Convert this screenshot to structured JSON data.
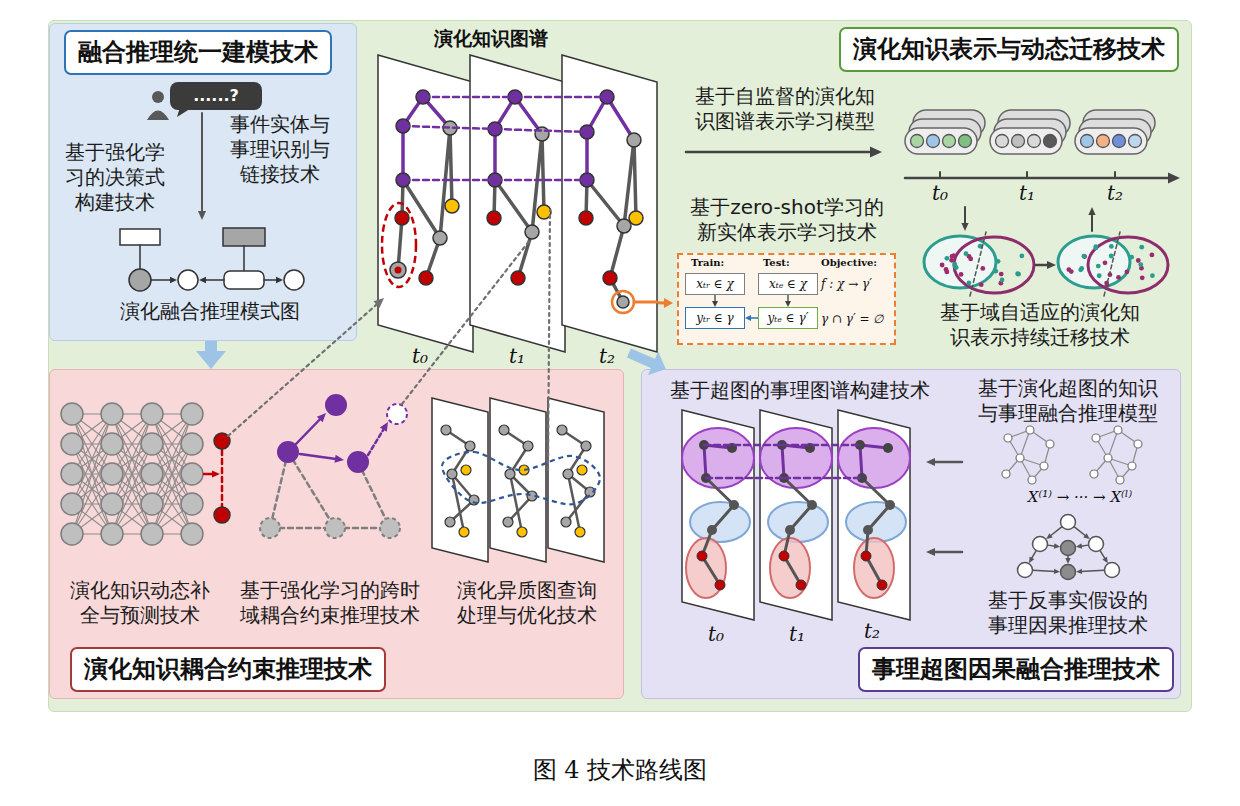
{
  "diagram": {
    "caption": "图 4 技术路线图",
    "nodes": [
      {
        "text": [
          "演化知识表示与动态迁移技术"
        ]
      },
      {
        "text": [
          "融合推理统一建模技术"
        ],
        "in": 0
      },
      {
        "text": [
          "......?"
        ],
        "in": 1
      },
      {
        "text": [
          "演化知识图谱"
        ],
        "in": 0
      },
      {
        "text": [
          "基于zero-shot学习的新实体表示学习技术",
          "Train:",
          "Test:",
          "Objective:",
          "f : χ → γ′",
          "γ ∩ γ′ = ∅"
        ],
        "in": 0
      },
      {
        "text": [
          "xₜᵣ ∈ χ"
        ],
        "in": 4
      },
      {
        "text": [
          "xₜₑ ∈ χ"
        ],
        "in": 4
      },
      {
        "text": [
          "yₜᵣ ∈ γ"
        ],
        "in": 4
      },
      {
        "text": [
          "yₜₑ ∈ γ′"
        ],
        "in": 4
      },
      {
        "text": [
          "演化知识耦合约束推理技术"
        ],
        "in": 0
      },
      {
        "text": [
          "事理超图因果融合推理技术"
        ],
        "in": 0
      }
    ],
    "edges": [
      {
        "from": 1,
        "to": 9,
        "arrow": "to"
      },
      {
        "from": 3,
        "to": 10,
        "arrow": "to"
      },
      {
        "from": 5,
        "to": 7,
        "arrow": "to"
      },
      {
        "from": 6,
        "to": 8,
        "arrow": "to"
      },
      {
        "from": 8,
        "to": 7,
        "arrow": "to"
      },
      {
        "from": 3,
        "to": 4,
        "arrow": "to"
      }
    ],
    "labels": [
      "基于强化学习的决策式构建技术",
      "事件实体与事理识别与链接技术",
      "演化融合推理模式图",
      "t₀",
      "t₁",
      "t₂",
      "基于自监督的演化知识图谱表示学习模型",
      "t₀",
      "t₁",
      "t₂",
      "基于域自适应的演化知识表示持续迁移技术",
      "演化知识动态补全与预测技术",
      "基于强化学习的跨时域耦合约束推理技术",
      "演化异质图查询处理与优化技术",
      "基于超图的事理图谱构建技术",
      "基于演化超图的知识与事理融合推理模型",
      "X⁽¹⁾ → ··· → X⁽ˡ⁾",
      "基于反事实假设的事理因果推理技术",
      "t₀",
      "t₁",
      "t₂"
    ]
  }
}
